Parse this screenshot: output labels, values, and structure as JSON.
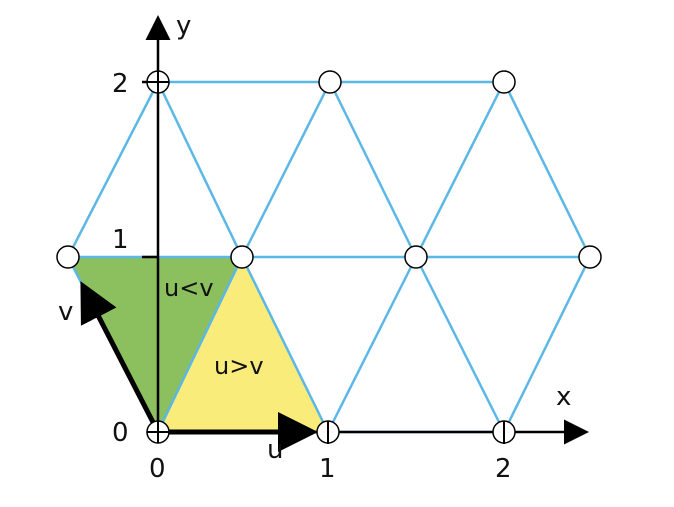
{
  "colors": {
    "grid": "#5bb8e6",
    "axis": "#000000",
    "vertex_fill": "#ffffff",
    "vertex_stroke": "#000000",
    "region_u_less_v": "#8cbf5e",
    "region_u_greater_v": "#f9ec7a"
  },
  "axes": {
    "x_label": "x",
    "y_label": "y",
    "x_ticks": [
      "0",
      "1",
      "2"
    ],
    "y_ticks": [
      "0",
      "1",
      "2"
    ]
  },
  "vectors": {
    "u_label": "u",
    "v_label": "v"
  },
  "regions": {
    "u_less_v": "u<v",
    "u_greater_v": "u>v"
  }
}
